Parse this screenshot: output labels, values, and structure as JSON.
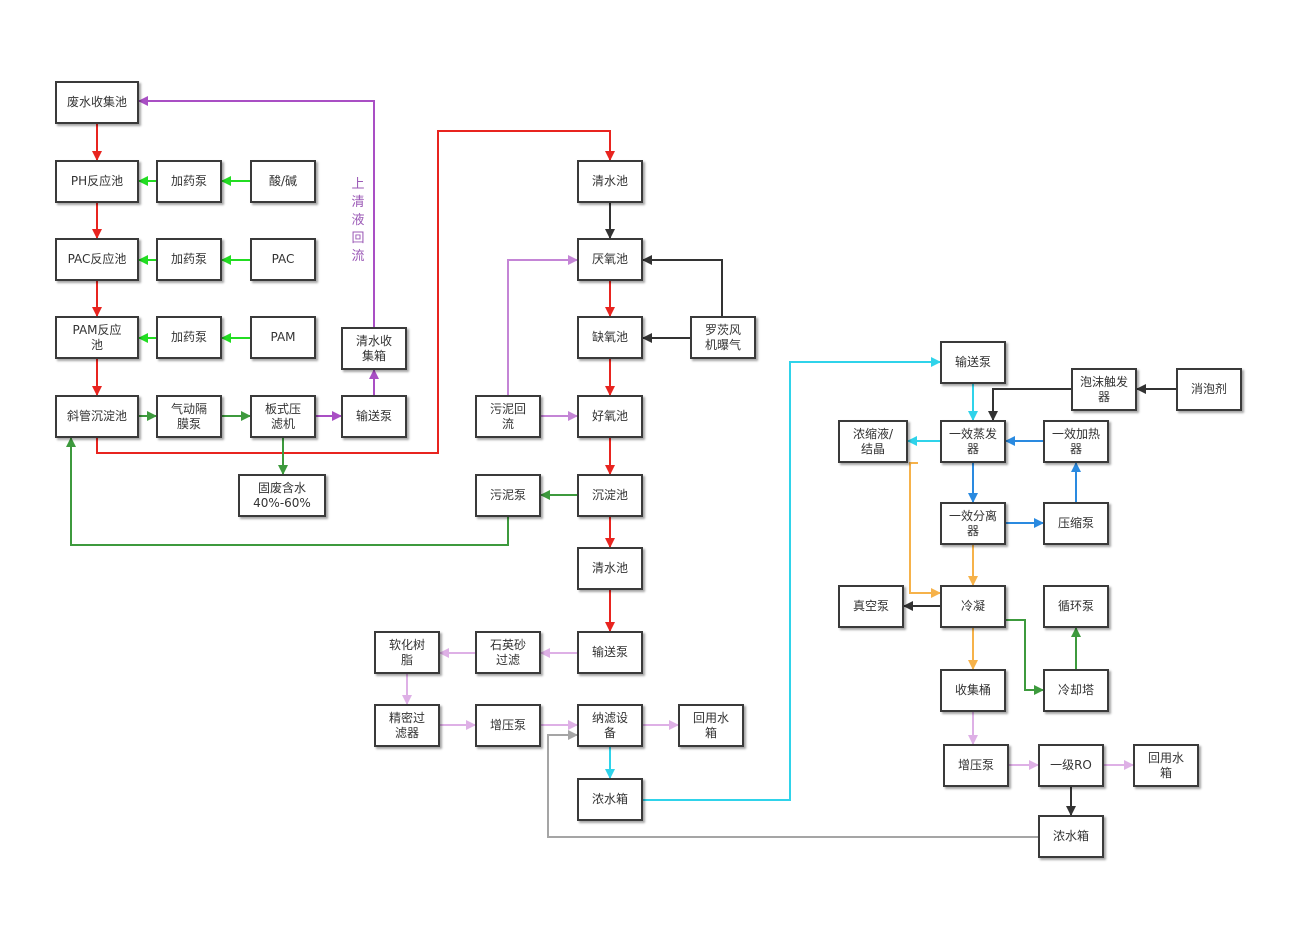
{
  "nodes": {
    "wastewater_pool": "废水收集池",
    "ph_reactor": "PH反应池",
    "dosing_pump_1": "加药泵",
    "acid_alkali": "酸/碱",
    "pac_reactor": "PAC反应池",
    "dosing_pump_2": "加药泵",
    "pac": "PAC",
    "pam_reactor": "PAM反应\n池",
    "dosing_pump_3": "加药泵",
    "pam": "PAM",
    "inclined_settler": "斜管沉淀池",
    "diaphragm_pump": "气动隔\n膜泵",
    "plate_filter": "板式压\n滤机",
    "transfer_pump_1": "输送泵",
    "clear_tank_1": "清水收\n集箱",
    "solid_waste": "固废含水\n40%-60%",
    "clear_pool_1": "清水池",
    "anaerobic": "厌氧池",
    "roots_blower": "罗茨风\n机曝气",
    "anoxic": "缺氧池",
    "sludge_return": "污泥回\n流",
    "aerobic": "好氧池",
    "sludge_pump": "污泥泵",
    "sedimentation": "沉淀池",
    "clear_pool_2": "清水池",
    "transfer_pump_2": "输送泵",
    "quartz_filter": "石英砂\n过滤",
    "softening_resin": "软化树\n脂",
    "precision_filter": "精密过\n滤器",
    "booster_pump_1": "增压泵",
    "nanofiltration": "纳滤设\n备",
    "reuse_tank_1": "回用水\n箱",
    "concentrate_tank_1": "浓水箱",
    "transfer_pump_3": "输送泵",
    "foam_trigger": "泡沫触发\n器",
    "defoamer": "消泡剂",
    "concentrate_crystal": "浓缩液/\n结晶",
    "evaporator": "一效蒸发\n器",
    "heater": "一效加热\n器",
    "separator": "一效分离\n器",
    "compressor_pump": "压缩泵",
    "vacuum_pump": "真空泵",
    "condenser": "冷凝",
    "circulation_pump": "循环泵",
    "collection_bucket": "收集桶",
    "cooling_tower": "冷却塔",
    "booster_pump_2": "增压泵",
    "primary_ro": "一级RO",
    "reuse_tank_2": "回用水\n箱",
    "concentrate_tank_2": "浓水箱"
  },
  "labels": {
    "supernatant_return": "上清液回流"
  },
  "colors": {
    "red": "#e8241f",
    "lime": "#22dd22",
    "purple": "#a94fc4",
    "dark": "#333333",
    "lilac": "#c485d6",
    "forest": "#3d9a3d",
    "pink": "#deb0e6",
    "cyan": "#2fd3ea",
    "blue": "#2a8ae0",
    "orange": "#f6b24a",
    "gray": "#a5a5a5"
  }
}
